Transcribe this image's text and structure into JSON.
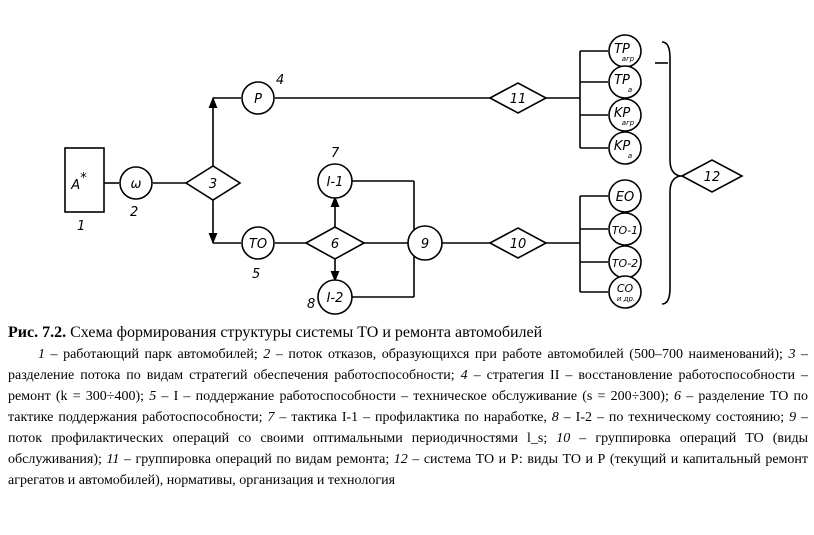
{
  "diagram": {
    "nodes": {
      "A": {
        "text": "A",
        "sup": "*"
      },
      "omega": {
        "text": "ω"
      },
      "d3": {
        "text": "3"
      },
      "P": {
        "text": "P"
      },
      "TO": {
        "text": "TO"
      },
      "d6": {
        "text": "6"
      },
      "I1": {
        "text": "I-1"
      },
      "I2": {
        "text": "I-2"
      },
      "n9": {
        "text": "9"
      },
      "d10": {
        "text": "10"
      },
      "d11": {
        "text": "11"
      },
      "d12": {
        "text": "12"
      },
      "TRagr": {
        "main": "TP",
        "sub": "агр"
      },
      "TRa": {
        "main": "TP",
        "sub": "а"
      },
      "KRagr": {
        "main": "KP",
        "sub": "агр"
      },
      "KRa": {
        "main": "KP",
        "sub": "а"
      },
      "EO": {
        "text": "EO"
      },
      "TO1": {
        "text": "TO-1"
      },
      "TO2": {
        "text": "TO-2"
      },
      "SO": {
        "main": "CO",
        "sub": "и др."
      }
    },
    "numbers": {
      "n1": "1",
      "n2": "2",
      "n4": "4",
      "n5": "5",
      "n7": "7",
      "n8": "8"
    }
  },
  "caption": {
    "title_bold": "Рис. 7.2.",
    "title_rest": " Схема формирования структуры системы ТО и ремонта автомобилей",
    "items": [
      {
        "n": "1",
        "t": " – работающий парк автомобилей; "
      },
      {
        "n": "2",
        "t": " – поток отказов, образующихся при работе автомобилей (500–700 наименований); "
      },
      {
        "n": "3",
        "t": " – разделение потока по видам стратегий обеспечения работоспособности; "
      },
      {
        "n": "4",
        "t": " – стратегия II – восстановление работоспособности – ремонт (k = 300÷400); "
      },
      {
        "n": "5",
        "t": " – I – поддержание работоспособности – техническое обслуживание (s = 200÷300); "
      },
      {
        "n": "6",
        "t": " – разделение ТО по тактике поддержания работоспособности; "
      },
      {
        "n": "7",
        "t": " – тактика I-1 – профилактика по наработке, "
      },
      {
        "n": "8",
        "t": " – I-2 – по техническому состоянию; "
      },
      {
        "n": "9",
        "t": " – поток профилактических операций со своими оптимальными периодичностями l_s; "
      },
      {
        "n": "10",
        "t": " – группировка операций ТО (виды обслуживания); "
      },
      {
        "n": "11",
        "t": " – группировка операций по видам ремонта; "
      },
      {
        "n": "12",
        "t": " – система ТО и Р: виды ТО и Р (текущий и капитальный ремонт агрегатов и автомобилей), нормативы, организация и технология"
      }
    ]
  }
}
